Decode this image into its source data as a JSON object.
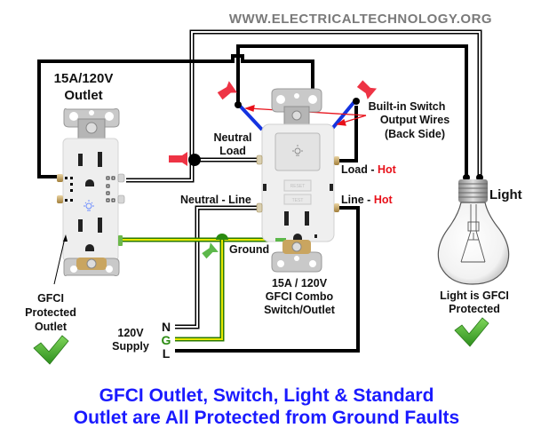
{
  "site_url": "WWW.ELECTRICALTECHNOLOGY.ORG",
  "standard_outlet": {
    "rating_line1": "15A/120V",
    "rating_line2": "Outlet",
    "status_line1": "GFCI",
    "status_line2": "Protected",
    "status_line3": "Outlet"
  },
  "gfci_device": {
    "line1": "15A / 120V",
    "line2": "GFCI Combo",
    "line3": "Switch/Outlet",
    "reset_label": "RESET",
    "test_label": "TEST"
  },
  "terminals": {
    "neutral_load_1": "Neutral",
    "neutral_load_2": "Load",
    "neutral_line": "Neutral - Line",
    "load_hot_prefix": "Load - ",
    "load_hot_suffix": "Hot",
    "line_hot_prefix": "Line - ",
    "line_hot_suffix": "Hot",
    "ground": "Ground"
  },
  "switch_wires_note": {
    "line1": "Built-in Switch",
    "line2": "Output Wires",
    "line3": "(Back Side)"
  },
  "light": {
    "label": "Light",
    "status_line1": "Light is GFCI",
    "status_line2": "Protected"
  },
  "supply": {
    "line1": "120V",
    "line2": "Supply",
    "neutral": "N",
    "ground": "G",
    "line": "L"
  },
  "caption": {
    "line1": "GFCI Outlet, Switch, Light & Standard",
    "line2": "Outlet are All Protected from Ground Faults"
  },
  "colors": {
    "hot_wire": "#000000",
    "switch_wire": "#1433e0",
    "ground_wire": "#e8e800",
    "ground_outline": "#2a7a00",
    "hot_text": "#e8111a",
    "caption": "#1a1aff",
    "check": "#3aa52a",
    "wire_nut": "#ee3344"
  }
}
